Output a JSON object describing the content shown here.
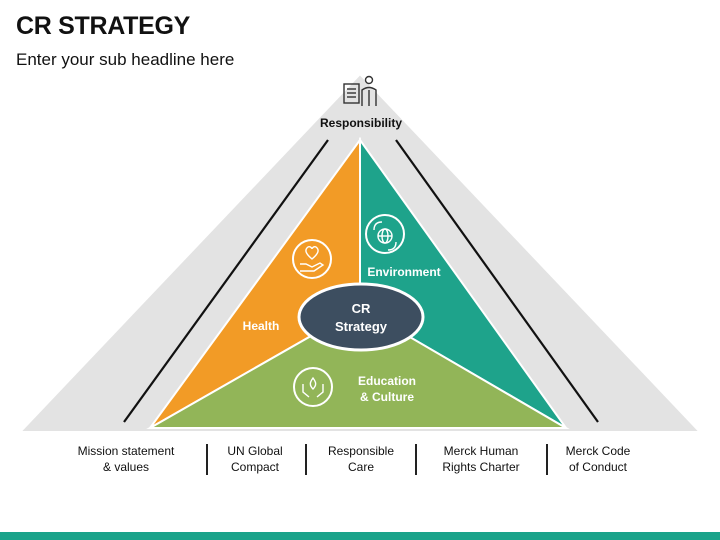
{
  "header": {
    "title": "CR STRATEGY",
    "subtitle": "Enter your sub headline here"
  },
  "diagram": {
    "apex_label": "Responsibility",
    "center_label": [
      "CR",
      "Strategy"
    ],
    "segments": [
      {
        "label": [
          "Health"
        ],
        "color": "#f29b26",
        "icon": "heart-in-hand-icon"
      },
      {
        "label": [
          "Environment"
        ],
        "color": "#1ea38b",
        "icon": "globe-leaves-icon"
      },
      {
        "label": [
          "Education",
          "& Culture"
        ],
        "color": "#92b558",
        "icon": "hands-flame-icon"
      }
    ],
    "base_items": [
      [
        "Mission statement",
        "& values"
      ],
      [
        "UN Global",
        "Compact"
      ],
      [
        "Responsible",
        "Care"
      ],
      [
        "Merck Human",
        "Rights Charter"
      ],
      [
        "Merck Code",
        "of Conduct"
      ]
    ],
    "apex_icon": "clipboard-person-icon",
    "colors": {
      "outer_triangle": "#e3e3e3",
      "center_oval": "#3d4e60",
      "accent_bar": "#1aa38a"
    }
  }
}
